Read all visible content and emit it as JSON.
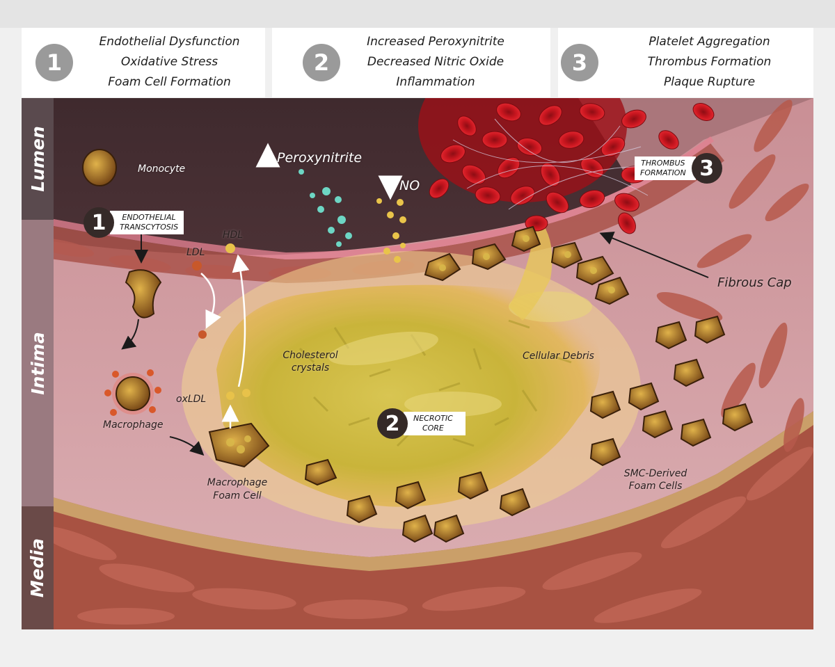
{
  "header": {
    "steps": [
      {
        "number": "1",
        "lines": [
          "Endothelial Dysfunction",
          "Oxidative Stress",
          "Foam Cell Formation"
        ]
      },
      {
        "number": "2",
        "lines": [
          "Increased Peroxynitrite",
          "Decreased Nitric Oxide",
          "Inflammation"
        ]
      },
      {
        "number": "3",
        "lines": [
          "Platelet Aggregation",
          "Thrombus Formation",
          "Plaque Rupture"
        ]
      }
    ]
  },
  "regions": {
    "lumen": "Lumen",
    "intima": "Intima",
    "media": "Media"
  },
  "labels": {
    "monocyte": "Monocyte",
    "ldl": "LDL",
    "hdl": "HDL",
    "oxldl": "oxLDL",
    "macrophage": "Macrophage",
    "macrophage_foam_cell": [
      "Macrophage",
      "Foam Cell"
    ],
    "peroxynitrite": "Peroxynitrite",
    "no": "NO",
    "cholesterol_crystals": [
      "Cholesterol",
      "crystals"
    ],
    "cellular_debris": "Cellular Debris",
    "fibrous_cap": "Fibrous Cap",
    "smc_foam_cells": [
      "SMC-Derived",
      "Foam Cells"
    ]
  },
  "callouts": {
    "transcytosis": {
      "number": "1",
      "lines": [
        "ENDOTHELIAL",
        "TRANSCYTOSIS"
      ]
    },
    "necrotic_core": {
      "number": "2",
      "lines": [
        "NECROTIC",
        "CORE"
      ]
    },
    "thrombus": {
      "number": "3",
      "lines": [
        "THROMBUS",
        "FORMATION"
      ]
    }
  },
  "colors": {
    "lumen": "#4a3236",
    "intima": "#d9a8ad",
    "media": "#a85242",
    "necrotic_core": "#c9b43a",
    "blood_cell": "#c8161f",
    "sidebar": "#5b4f52",
    "step_badge": "#9a9a9a",
    "callout_badge": "#352a28"
  }
}
